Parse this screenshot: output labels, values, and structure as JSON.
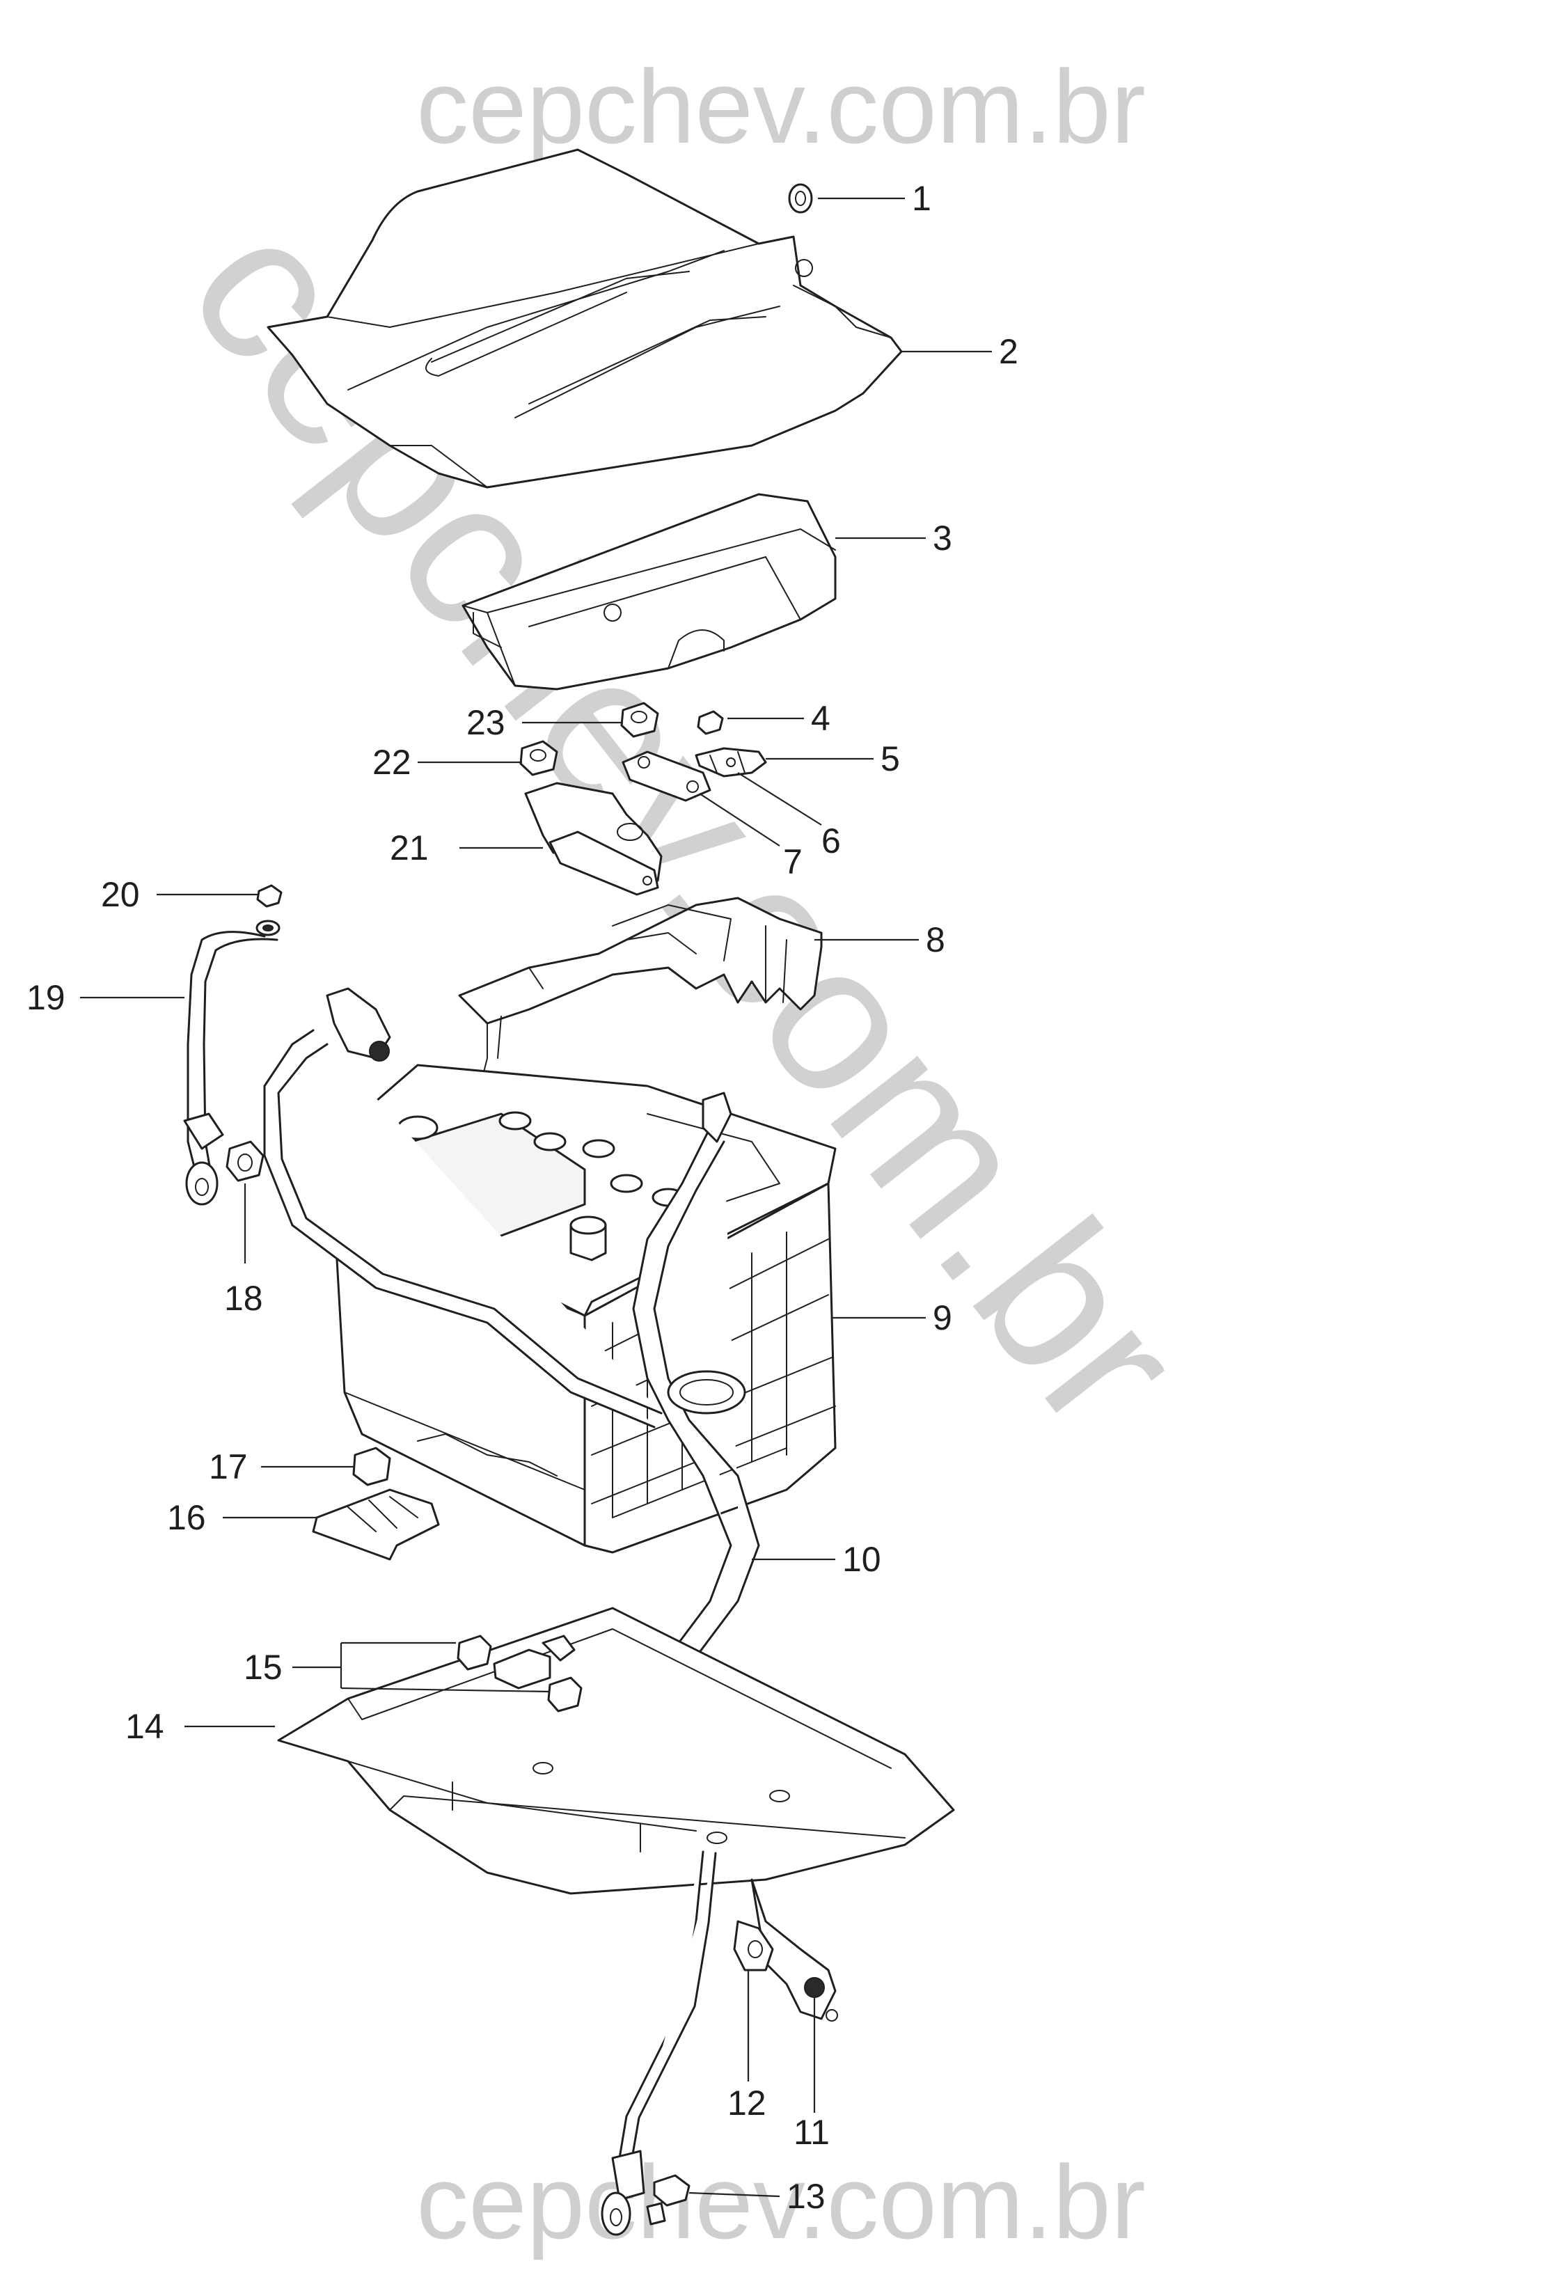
{
  "watermark": {
    "top": "cepchev.com.br",
    "bottom": "cepchev.com.br",
    "diagonal": "cepchev.com.br"
  },
  "callouts": [
    {
      "id": "c1",
      "label": "1"
    },
    {
      "id": "c2",
      "label": "2"
    },
    {
      "id": "c3",
      "label": "3"
    },
    {
      "id": "c4",
      "label": "4"
    },
    {
      "id": "c5",
      "label": "5"
    },
    {
      "id": "c6",
      "label": "6"
    },
    {
      "id": "c7",
      "label": "7"
    },
    {
      "id": "c8",
      "label": "8"
    },
    {
      "id": "c9",
      "label": "9"
    },
    {
      "id": "c10",
      "label": "10"
    },
    {
      "id": "c11",
      "label": "11"
    },
    {
      "id": "c12",
      "label": "12"
    },
    {
      "id": "c13",
      "label": "13"
    },
    {
      "id": "c14",
      "label": "14"
    },
    {
      "id": "c15",
      "label": "15"
    },
    {
      "id": "c16",
      "label": "16"
    },
    {
      "id": "c17",
      "label": "17"
    },
    {
      "id": "c18",
      "label": "18"
    },
    {
      "id": "c19",
      "label": "19"
    },
    {
      "id": "c20",
      "label": "20"
    },
    {
      "id": "c21",
      "label": "21"
    },
    {
      "id": "c22",
      "label": "22"
    },
    {
      "id": "c23",
      "label": "23"
    }
  ]
}
